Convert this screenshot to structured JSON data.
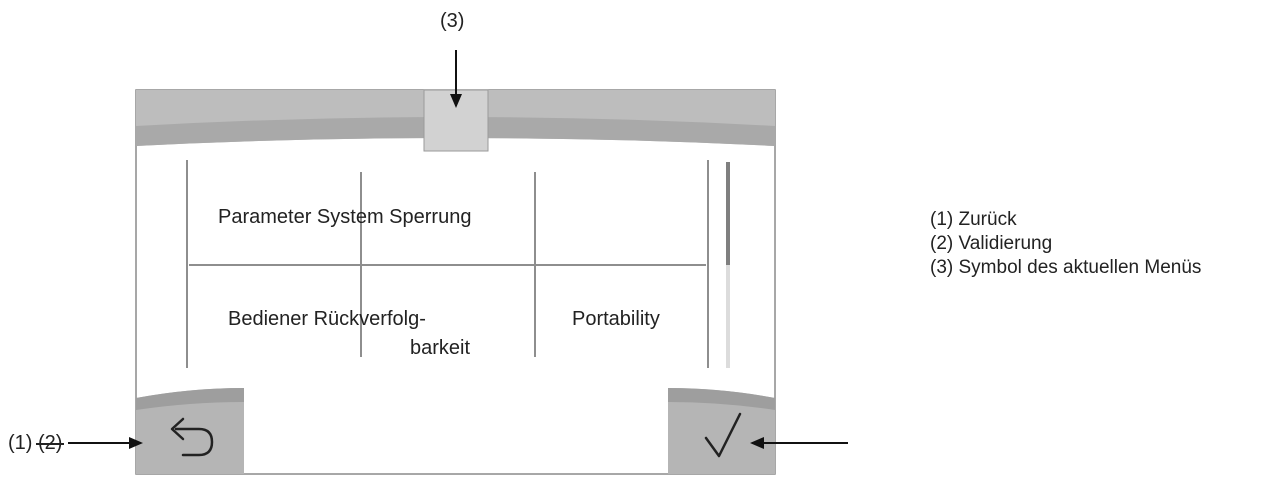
{
  "callouts": {
    "top": "(3)",
    "bottom_left_a": "(1)",
    "bottom_left_b": "(2)"
  },
  "screen": {
    "grid": {
      "row1_item": "Parameter System Sperrung",
      "row2_item1_line1": "Bediener Rückverfolg-",
      "row2_item1_line2": "barkeit",
      "row2_item2": "Portability"
    },
    "back_button_icon": "back-arrow-icon",
    "validate_button_icon": "checkmark-icon",
    "current_menu_icon": "current-menu-icon",
    "scrollbar_position": 0.0
  },
  "legend": {
    "items": [
      "(1) Zurück",
      "(2) Validierung",
      "(3) Symbol des aktuellen Menüs"
    ]
  },
  "colors": {
    "bar_gray": "#bdbdbd",
    "bar_dark": "#a8a8a8",
    "button_gray": "#b5b5b5",
    "line_gray": "#8a8a8a",
    "frame": "#7a7a7a"
  }
}
